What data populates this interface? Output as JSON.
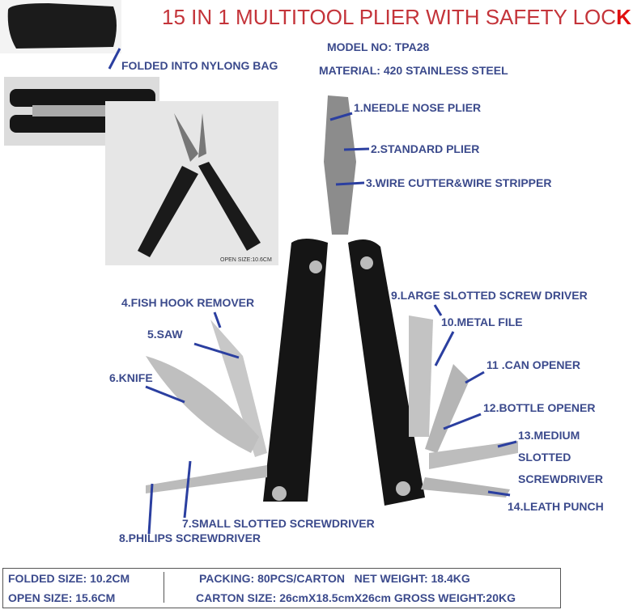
{
  "title": {
    "main": "15 IN 1 MULTITOOL PLIER WITH SAFETY LOC",
    "last_letter": "K"
  },
  "bag_label": "FOLDED INTO NYLONG BAG",
  "model": "MODEL NO: TPA28",
  "material": "MATERIAL: 420 STAINLESS STEEL",
  "photo_caption": "OPEN SIZE:10.6CM",
  "features": [
    "1.NEEDLE NOSE PLIER",
    "2.STANDARD PLIER",
    "3.WIRE CUTTER&WIRE STRIPPER",
    "4.FISH HOOK REMOVER",
    "5.SAW",
    "6.KNIFE",
    "7.SMALL SLOTTED SCREWDRIVER",
    "8.PHILIPS SCREWDRIVER",
    "9.LARGE SLOTTED SCREW DRIVER",
    "10.METAL FILE",
    "11 .CAN OPENER",
    "12.BOTTLE OPENER",
    "13.MEDIUM",
    "SLOTTED",
    "SCREWDRIVER",
    "14.LEATH PUNCH"
  ],
  "specs": {
    "folded": "FOLDED SIZE: 10.2CM",
    "open": "OPEN SIZE: 15.6CM",
    "packing": "PACKING: 80PCS/CARTON   NET WEIGHT: 18.4KG",
    "carton": "CARTON SIZE: 26cmX18.5cmX26cm GROSS WEIGHT:20KG"
  },
  "colors": {
    "title": "#c4343a",
    "label": "#3b4a8c"
  }
}
